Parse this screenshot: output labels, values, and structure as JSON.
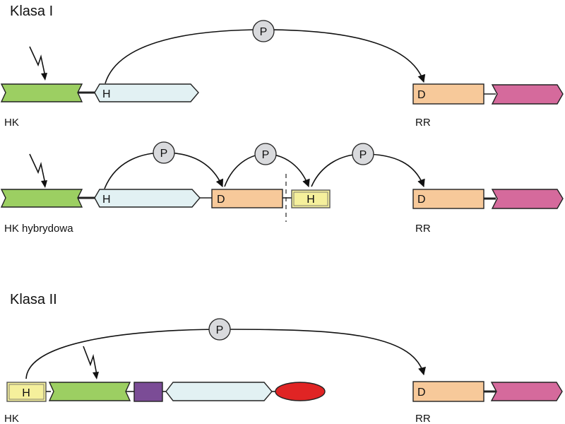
{
  "colors": {
    "sensor": "#9ccf62",
    "h_domain": "#e2f1f3",
    "receiver": "#f7c99a",
    "hpt": "#f5f09c",
    "output": "#d56a9c",
    "purple": "#7b4c96",
    "red": "#e02424",
    "phospho": "#d9dadd"
  },
  "class1": {
    "title": "Klasa I",
    "row1": {
      "hk_label": "HK",
      "rr_label": "RR",
      "h_label": "H",
      "d_label": "D",
      "p_label": "P"
    },
    "row2": {
      "hk_label": "HK hybrydowa",
      "rr_label": "RR",
      "h_label": "H",
      "d_label": "D",
      "hpt_label": "H",
      "d2_label": "D",
      "p_labels": [
        "P",
        "P",
        "P"
      ]
    }
  },
  "class2": {
    "title": "Klasa II",
    "hk_label": "HK",
    "rr_label": "RR",
    "hpt_label": "H",
    "d_label": "D",
    "p_label": "P"
  }
}
